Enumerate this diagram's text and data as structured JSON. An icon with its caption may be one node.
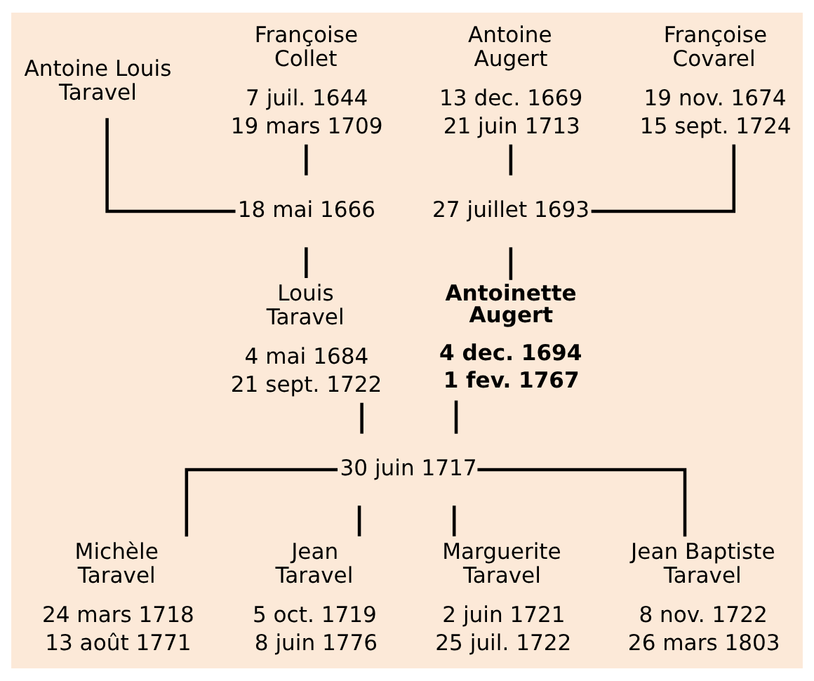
{
  "diagram": {
    "nodes": [
      {
        "text": [
          "Antoine Louis Taravel"
        ]
      },
      {
        "text": [
          "Françoise Collet",
          "7 juil. 1644",
          "19 mars 1709"
        ]
      },
      {
        "text": [
          "Antoine Augert",
          "13 dec. 1669",
          "21 juin 1713"
        ]
      },
      {
        "text": [
          "Françoise Covarel",
          "19 nov. 1674",
          "15 sept. 1724"
        ]
      },
      {
        "text": [
          "18 mai 1666"
        ]
      },
      {
        "text": [
          "27 juillet 1693"
        ]
      },
      {
        "text": [
          "Louis Taravel",
          "4 mai 1684",
          "21 sept. 1722"
        ]
      },
      {
        "text": [
          "Antoinette Augert",
          "4 dec. 1694",
          "1 fev. 1767"
        ]
      },
      {
        "text": [
          "30 juin 1717"
        ]
      },
      {
        "text": [
          "Michèle Taravel",
          "24 mars 1718",
          "13 août 1771"
        ]
      },
      {
        "text": [
          "Jean Taravel",
          "5 oct. 1719",
          "8 juin 1776"
        ]
      },
      {
        "text": [
          "Marguerite Taravel",
          "2 juin 1721",
          "25 juil. 1722"
        ]
      },
      {
        "text": [
          "Jean Baptiste Taravel",
          "8 nov. 1722",
          "26 mars 1803"
        ]
      }
    ],
    "edges": [
      {
        "from": 0,
        "to": 4,
        "arrow": "none"
      },
      {
        "from": 1,
        "to": 4,
        "arrow": "none"
      },
      {
        "from": 2,
        "to": 5,
        "arrow": "none"
      },
      {
        "from": 3,
        "to": 5,
        "arrow": "none"
      },
      {
        "from": 4,
        "to": 6,
        "arrow": "none"
      },
      {
        "from": 5,
        "to": 7,
        "arrow": "none"
      },
      {
        "from": 6,
        "to": 8,
        "arrow": "none"
      },
      {
        "from": 7,
        "to": 8,
        "arrow": "none"
      },
      {
        "from": 8,
        "to": 9,
        "arrow": "none"
      },
      {
        "from": 8,
        "to": 10,
        "arrow": "none"
      },
      {
        "from": 8,
        "to": 11,
        "arrow": "none"
      },
      {
        "from": 8,
        "to": 12,
        "arrow": "none"
      }
    ]
  }
}
